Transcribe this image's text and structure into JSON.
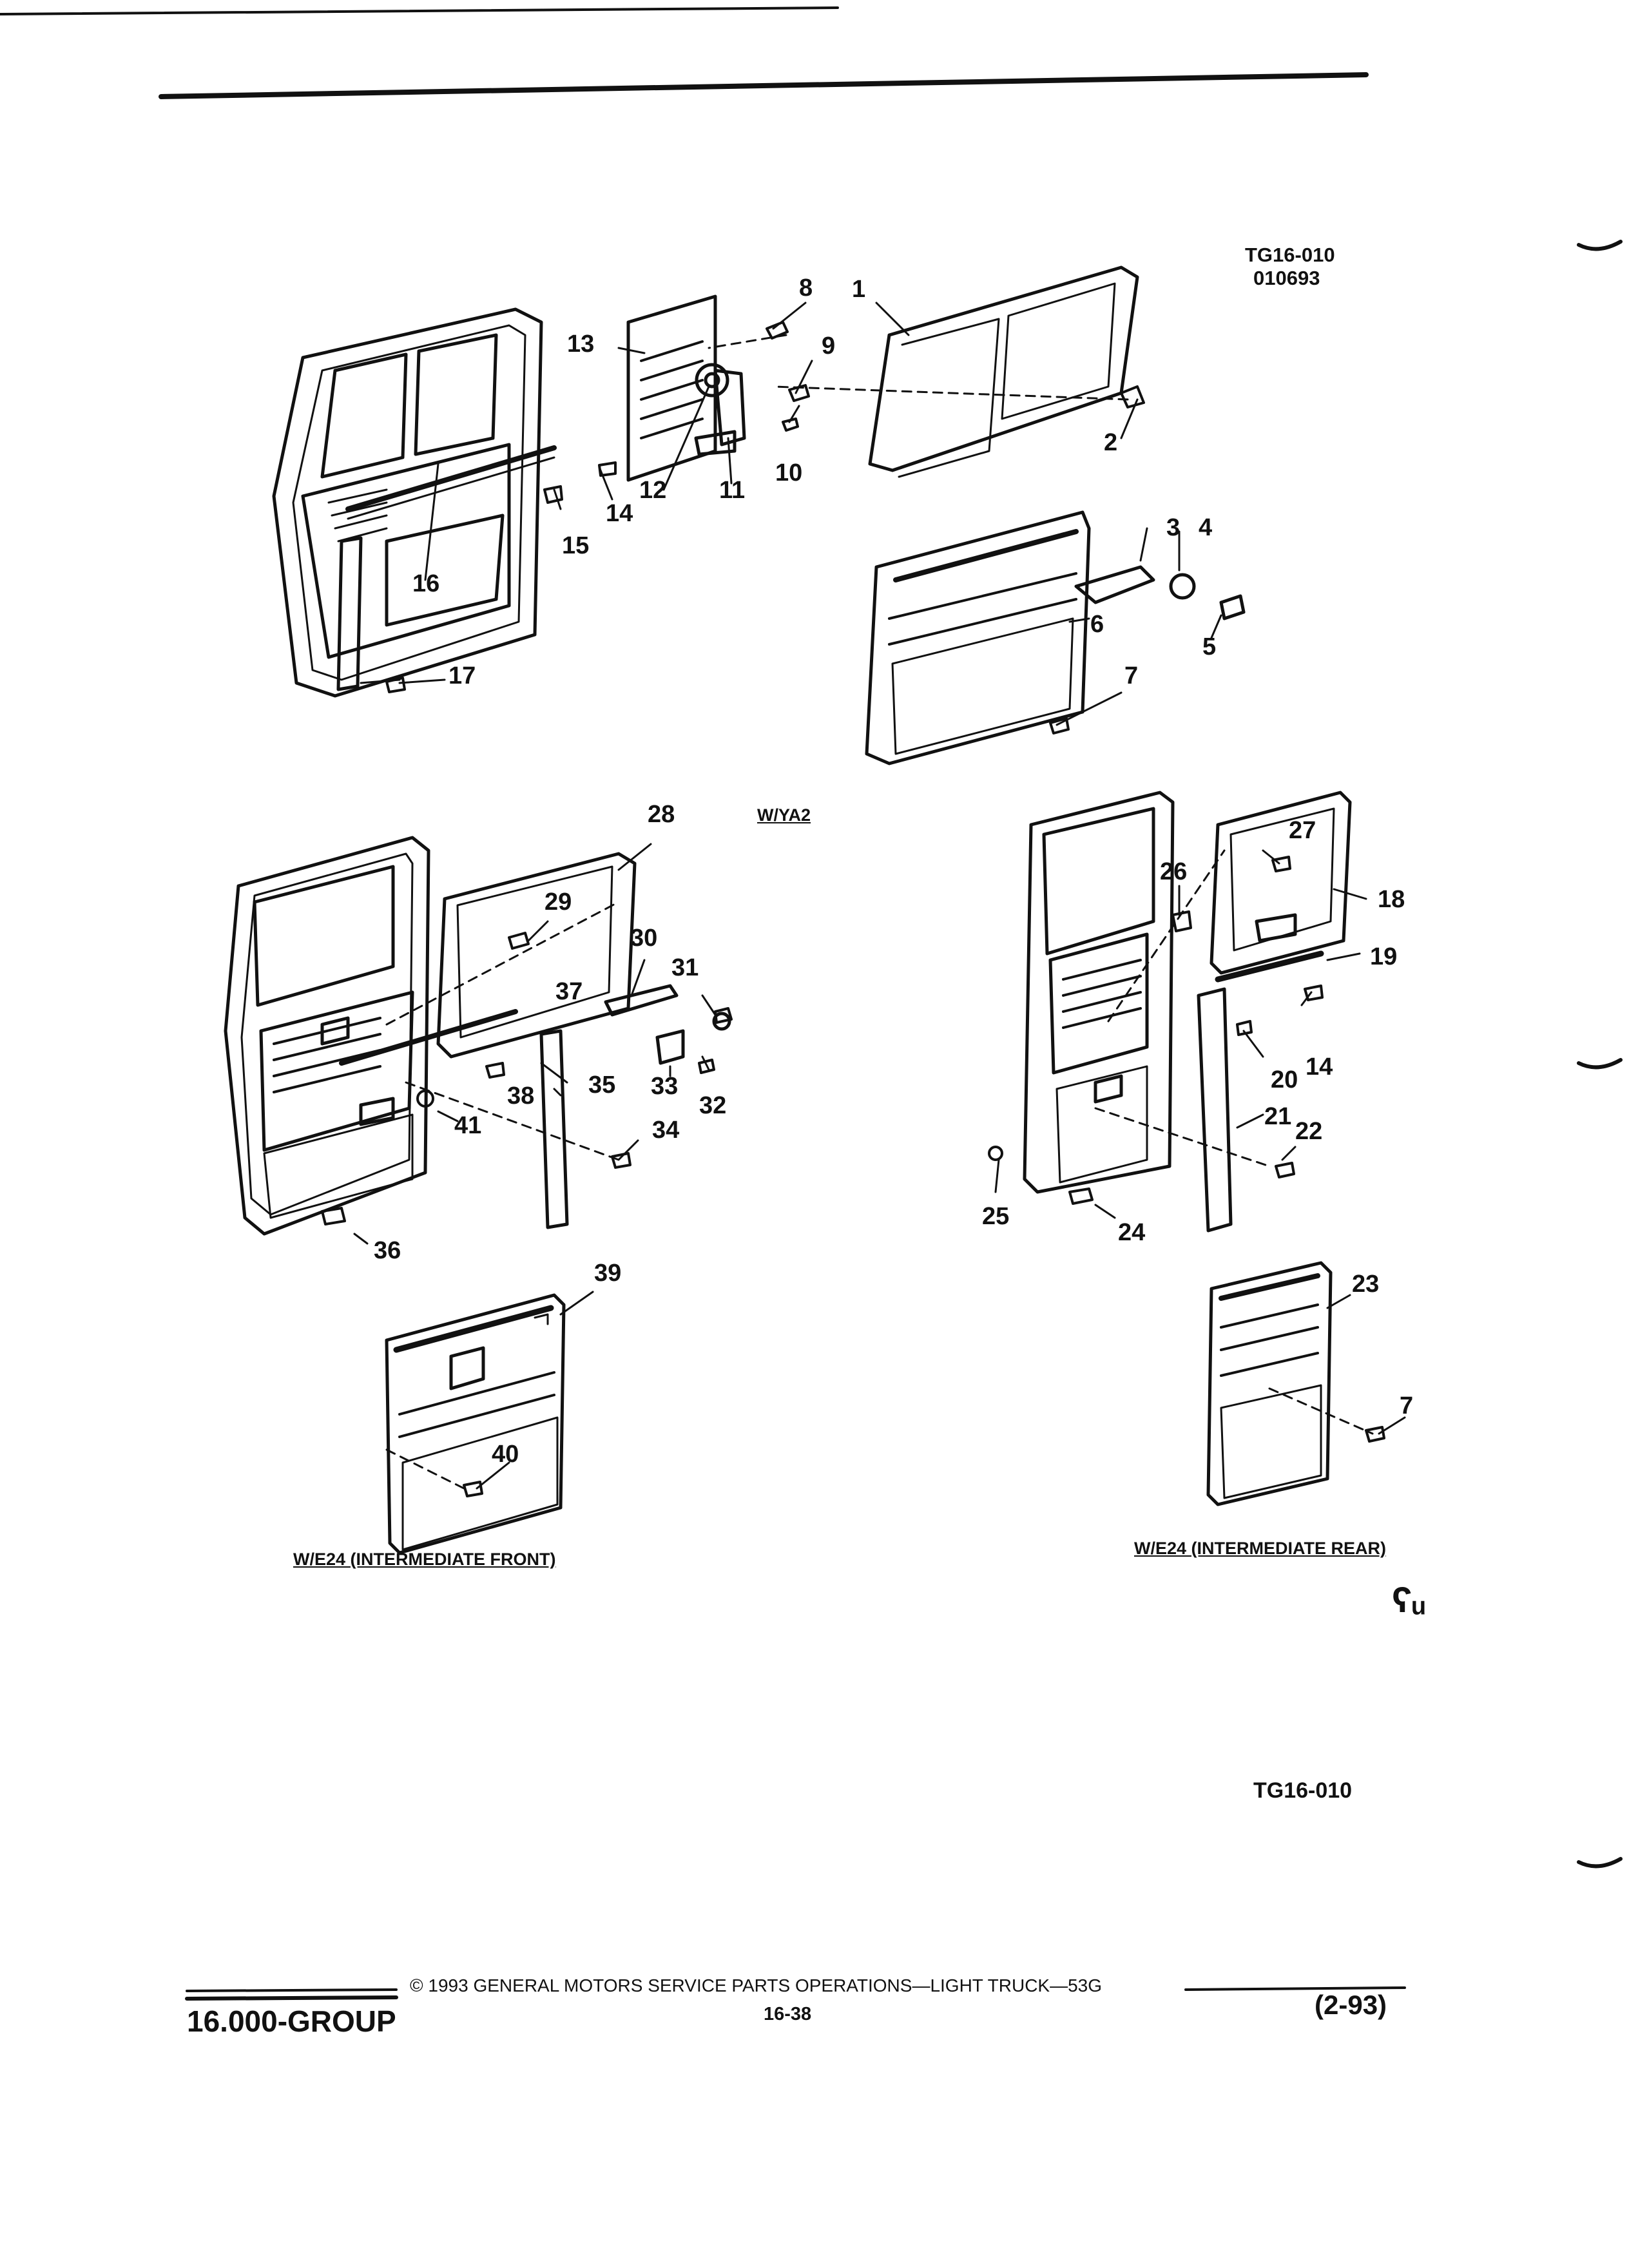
{
  "figure": {
    "ref_code": "TG16-010",
    "ref_date": "010693",
    "bottom_ref": "TG16-010"
  },
  "variants": {
    "ya2": "W/YA2",
    "front": "W/E24 (INTERMEDIATE FRONT)",
    "rear": "W/E24 (INTERMEDIATE REAR)"
  },
  "callouts": [
    "1",
    "2",
    "3",
    "4",
    "5",
    "6",
    "7",
    "8",
    "9",
    "10",
    "11",
    "12",
    "13",
    "14",
    "15",
    "16",
    "17",
    "18",
    "19",
    "20",
    "21",
    "22",
    "23",
    "24",
    "25",
    "26",
    "27",
    "28",
    "29",
    "30",
    "31",
    "32",
    "33",
    "34",
    "35",
    "36",
    "37",
    "38",
    "39",
    "40",
    "41",
    "7",
    "14"
  ],
  "margin_mark": "ʕᵤ",
  "footer": {
    "group": "16.000-GROUP",
    "copyright": "© 1993 GENERAL MOTORS SERVICE PARTS OPERATIONS—LIGHT TRUCK—53G",
    "page": "16-38",
    "revision": "(2-93)"
  },
  "colors": {
    "ink": "#111111",
    "paper": "#ffffff"
  }
}
